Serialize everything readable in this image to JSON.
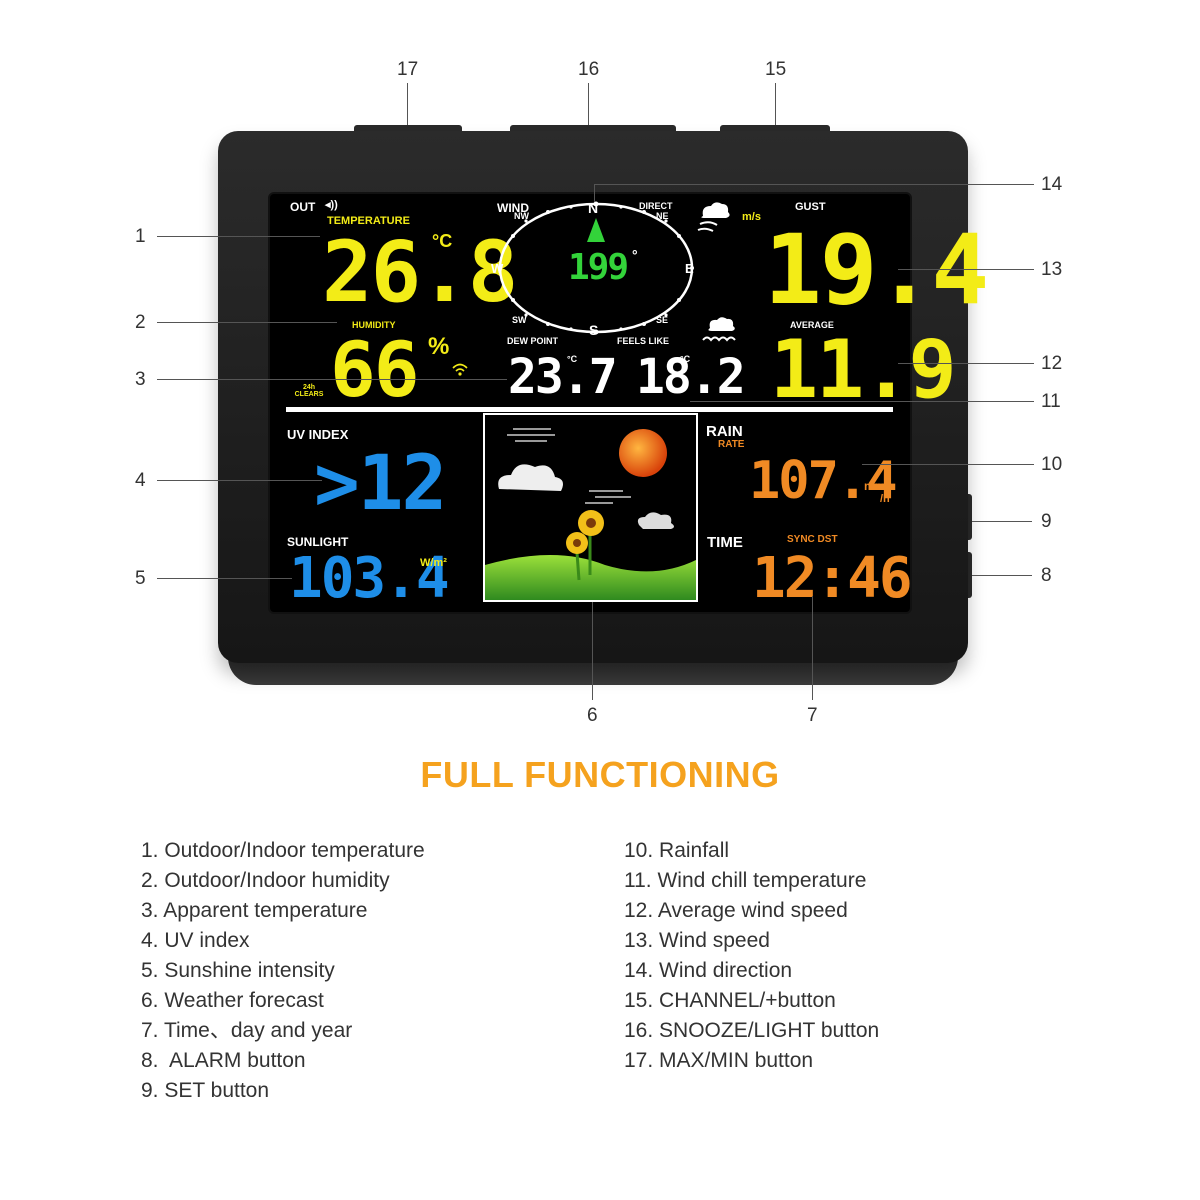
{
  "device": {
    "out_label": "OUT",
    "temperature": {
      "label": "TEMPERATURE",
      "value": "26.8",
      "unit": "°C"
    },
    "humidity": {
      "label": "HUMIDITY",
      "value": "66",
      "unit": "%"
    },
    "clears_label": "24h CLEARS",
    "wind": {
      "label": "WIND",
      "direct_label": "DIRECT",
      "degrees": "199",
      "degree_unit": "°",
      "compass": [
        "N",
        "NE",
        "E",
        "SE",
        "S",
        "SW",
        "W",
        "NW"
      ],
      "unit": "m/s"
    },
    "gust": {
      "label": "GUST",
      "value": "19.4"
    },
    "average": {
      "label": "AVERAGE",
      "value": "11.9"
    },
    "dew_point": {
      "label": "DEW POINT",
      "value": "23.7",
      "unit": "°C"
    },
    "feels_like": {
      "label": "FEELS LIKE",
      "value": "18.2",
      "unit": "°C"
    },
    "uv_index": {
      "label": "UV INDEX",
      "value": ">12"
    },
    "sunlight": {
      "label": "SUNLIGHT",
      "value": "103.4",
      "unit": "W/m²"
    },
    "rain": {
      "label": "RAIN",
      "sublabel": "RATE",
      "value": "107.4",
      "unit_top": "mm",
      "unit_bottom": "/h"
    },
    "time": {
      "label": "TIME",
      "sync_label": "SYNC DST",
      "value": "12:46"
    },
    "colors": {
      "yellow": "#f3ec17",
      "blue": "#1e8ee8",
      "orange": "#f08a24",
      "green": "#33d33a"
    }
  },
  "callouts": {
    "n1": "1",
    "n2": "2",
    "n3": "3",
    "n4": "4",
    "n5": "5",
    "n6": "6",
    "n7": "7",
    "n8": "8",
    "n9": "9",
    "n10": "10",
    "n11": "11",
    "n12": "12",
    "n13": "13",
    "n14": "14",
    "n15": "15",
    "n16": "16",
    "n17": "17"
  },
  "headline": "FULL FUNCTIONING",
  "legend_left": [
    "1. Outdoor/Indoor temperature",
    "2. Outdoor/Indoor humidity",
    "3. Apparent temperature",
    "4. UV index",
    "5. Sunshine intensity",
    "6. Weather forecast",
    "7. Time、day and year",
    "8.  ALARM button",
    "9. SET button"
  ],
  "legend_right": [
    "10. Rainfall",
    "11. Wind chill temperature",
    "12. Average wind speed",
    "13. Wind speed",
    "14. Wind direction",
    "15. CHANNEL/+button",
    "16. SNOOZE/LIGHT button",
    "17. MAX/MIN button"
  ]
}
